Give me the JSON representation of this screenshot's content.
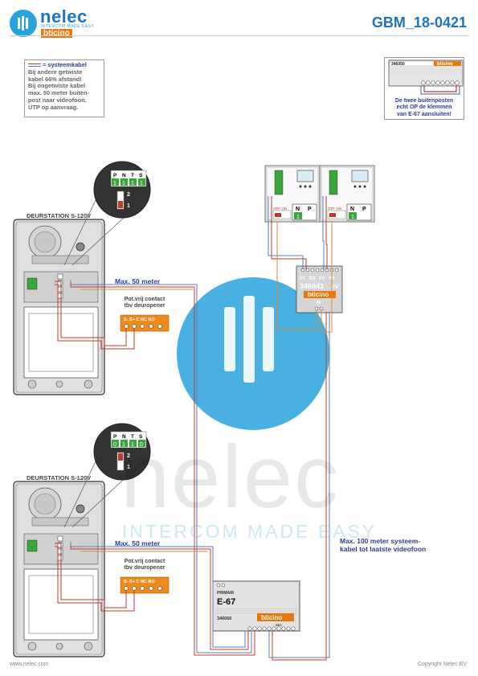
{
  "header": {
    "brand_name": "nelec",
    "brand_tagline": "INTERCOM MADE EASY",
    "brand_partner": "bticino",
    "doc_code": "GBM_18-0421"
  },
  "note_left": {
    "legend_label": "= systeemkabel",
    "lines": [
      "Bij andere getwiste",
      "kabel 66% afstand!",
      "Bij ongetwiste kabel",
      "max. 50 meter buiten-",
      "post naar videofoon.",
      "UTP op aanvraag."
    ]
  },
  "note_right": {
    "module_code": "346050",
    "module_brand": "bticino",
    "lines": [
      "De twee buitenposten",
      "echt OP de klemmen",
      "van E-67 aansluiten!"
    ]
  },
  "stations": [
    {
      "title": "DEURSTATION S-120V",
      "max_label": "Max. 50 meter",
      "contact_title_1": "Pot.vrij contact",
      "contact_title_2": "tbv deuropener",
      "contact_terminals": "S-  S+ C  NC NO",
      "jumper_labels": [
        "P",
        "N",
        "T",
        "S"
      ],
      "jumper_values": [
        "1",
        "1",
        "1",
        "1"
      ],
      "switch_labels": [
        "2",
        "1"
      ]
    },
    {
      "title": "DEURSTATION S-120V",
      "max_label": "Max. 50 meter",
      "contact_title_1": "Pot.vrij contact",
      "contact_title_2": "tbv deuropener",
      "contact_terminals": "S-  S+ C  NC NO",
      "jumper_labels": [
        "P",
        "N",
        "T",
        "S"
      ],
      "jumper_values": [
        "0",
        "1",
        "1",
        "0"
      ],
      "switch_labels": [
        "2",
        "1"
      ]
    }
  ],
  "monitors": {
    "np_labels": [
      "N",
      "P"
    ],
    "np_values": [
      "1",
      "1"
    ],
    "off_on": "OFF ON"
  },
  "distributor": {
    "ports": [
      "P1",
      "P2",
      "P3",
      "P4"
    ],
    "code": "346841",
    "suffix": "VV",
    "brand": "bticino",
    "in_label": "IN"
  },
  "power_supply": {
    "primair": "PRIMAIR",
    "name": "E-67",
    "code": "346050",
    "brand": "bticino",
    "secondary": "SEC"
  },
  "system_cable_note": [
    "Max. 100 meter systeem-",
    "kabel tot laatste videofoon"
  ],
  "watermark": {
    "text": "nelec",
    "tagline": "INTERCOM MADE EASY"
  },
  "footer": {
    "left": "www.nelec.com",
    "right": "Copyright Nelec BV"
  },
  "colors": {
    "brand_blue": "#1e73be",
    "accent_blue": "#29a3dc",
    "note_blue": "#2c3e90",
    "terminal_orange": "#f08a1c",
    "wire_red": "#c0392b",
    "wire_blue": "#5b7bb5",
    "wire_orange": "#d98a3a",
    "terminal_green": "#3aa53a"
  }
}
